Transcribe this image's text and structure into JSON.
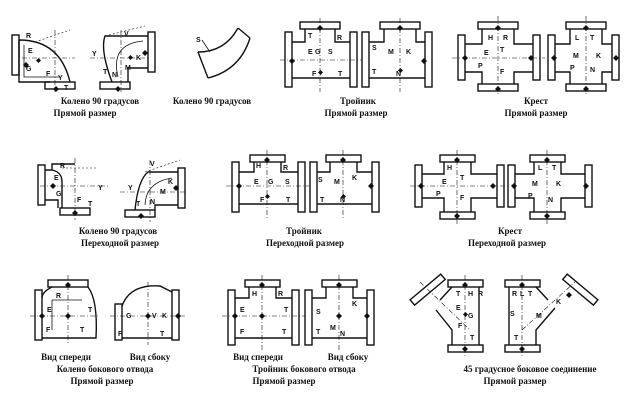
{
  "colors": {
    "ink": "#111111",
    "paper": "#ffffff"
  },
  "captions": {
    "elbow90_straight": "Колено 90 градусов",
    "elbow90_simple": "Колено 90 градусов",
    "straight_size_1": "Прямой размер",
    "tee_straight": "Тройник",
    "straight_size_2": "Прямой размер",
    "cross_straight": "Крест",
    "straight_size_3": "Прямой размер",
    "elbow90_reducing": "Колено 90 градусов",
    "reducing_size_1": "Переходной размер",
    "tee_reducing": "Тройник",
    "reducing_size_2": "Переходной размер",
    "cross_reducing": "Крест",
    "reducing_size_3": "Переходной размер",
    "front_view_1": "Вид спереди",
    "side_view_1": "Вид сбоку",
    "side_outlet_elbow": "Колено бокового отвода",
    "straight_size_4": "Прямой размер",
    "front_view_2": "Вид спереди",
    "side_view_2": "Вид сбоку",
    "side_outlet_tee": "Тройник бокового отвода",
    "straight_size_5": "Прямой размер",
    "lateral_45": "45 градусное боковое соединение",
    "straight_size_6": "Прямой размер"
  },
  "labels": {
    "R": "R",
    "E": "E",
    "G": "G",
    "F": "F",
    "T": "T",
    "Y": "Y",
    "N": "N",
    "M": "M",
    "K": "K",
    "S": "S",
    "H": "H",
    "L": "L",
    "P": "P",
    "V": "V"
  }
}
